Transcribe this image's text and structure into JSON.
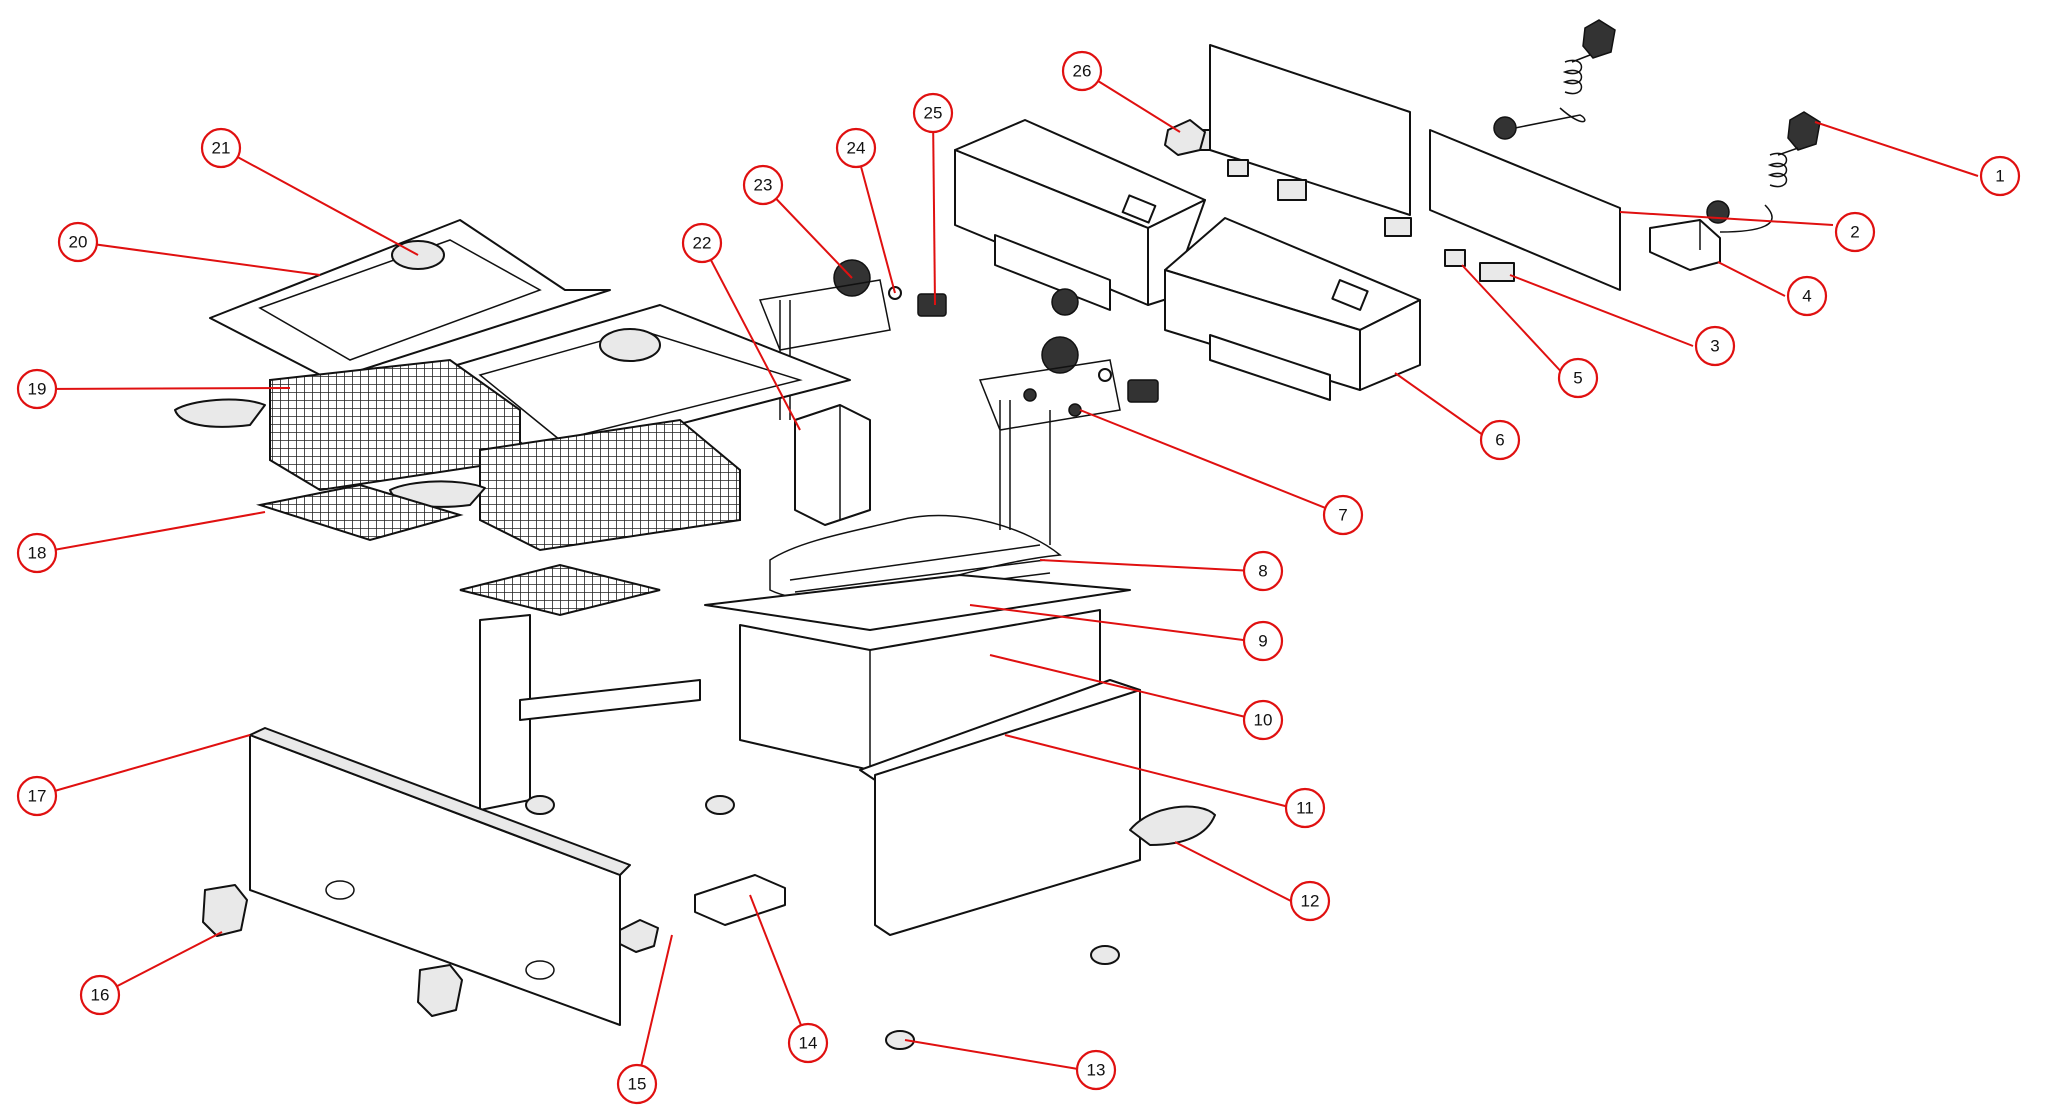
{
  "callouts": [
    {
      "id": "1",
      "label": "1"
    },
    {
      "id": "2",
      "label": "2"
    },
    {
      "id": "3",
      "label": "3"
    },
    {
      "id": "4",
      "label": "4"
    },
    {
      "id": "5",
      "label": "5"
    },
    {
      "id": "6",
      "label": "6"
    },
    {
      "id": "7",
      "label": "7"
    },
    {
      "id": "8",
      "label": "8"
    },
    {
      "id": "9",
      "label": "9"
    },
    {
      "id": "10",
      "label": "10"
    },
    {
      "id": "11",
      "label": "11"
    },
    {
      "id": "12",
      "label": "12"
    },
    {
      "id": "13",
      "label": "13"
    },
    {
      "id": "14",
      "label": "14"
    },
    {
      "id": "15",
      "label": "15"
    },
    {
      "id": "16",
      "label": "16"
    },
    {
      "id": "17",
      "label": "17"
    },
    {
      "id": "18",
      "label": "18"
    },
    {
      "id": "19",
      "label": "19"
    },
    {
      "id": "20",
      "label": "20"
    },
    {
      "id": "21",
      "label": "21"
    },
    {
      "id": "22",
      "label": "22"
    },
    {
      "id": "23",
      "label": "23"
    },
    {
      "id": "24",
      "label": "24"
    },
    {
      "id": "25",
      "label": "25"
    },
    {
      "id": "26",
      "label": "26"
    }
  ],
  "colors": {
    "callout": "#e01010",
    "line": "#111111",
    "background": "#ffffff"
  }
}
